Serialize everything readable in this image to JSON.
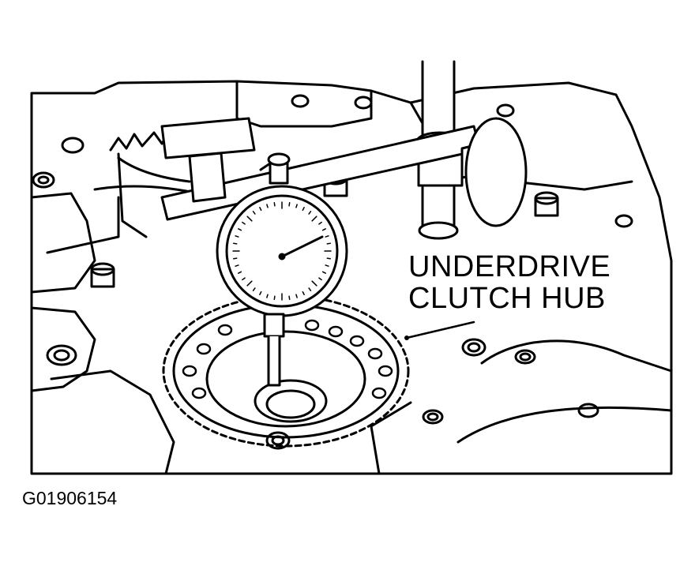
{
  "labels": {
    "callout_line1": "UNDERDRIVE",
    "callout_line2": "CLUTCH HUB"
  },
  "figure_id": "G01906154",
  "colors": {
    "ink": "#000000",
    "paper": "#ffffff"
  }
}
